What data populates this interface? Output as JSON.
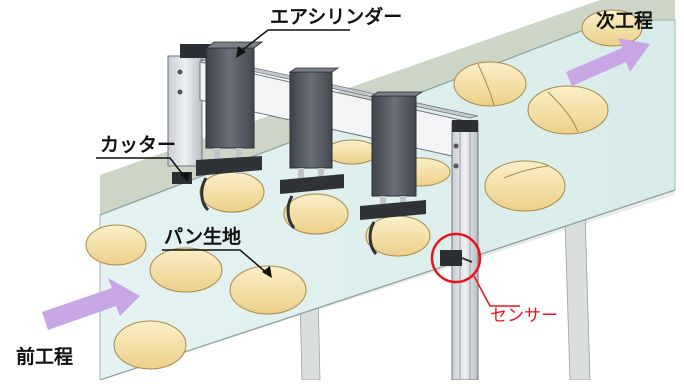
{
  "labels": {
    "air_cylinder": "エアシリンダー",
    "next_process": "次工程",
    "cutter": "カッター",
    "dough": "パン生地",
    "sensor": "センサー",
    "previous_process": "前工程"
  },
  "colors": {
    "background": "#ffffff",
    "conveyor_belt": "#dff0ee",
    "belt_frame": "#c7d2c1",
    "dough_fill": "#f5e2a2",
    "dough_edge": "#a88a4c",
    "cylinder_body": "#555a62",
    "frame_metal": "#d9dde2",
    "flow_arrow": "#c9a6e6",
    "sensor_label": "#e8141b"
  },
  "icons": {
    "flow_in": "arrow-right-icon",
    "flow_out": "arrow-up-right-icon",
    "sensor_marker": "red-circle-highlight"
  }
}
